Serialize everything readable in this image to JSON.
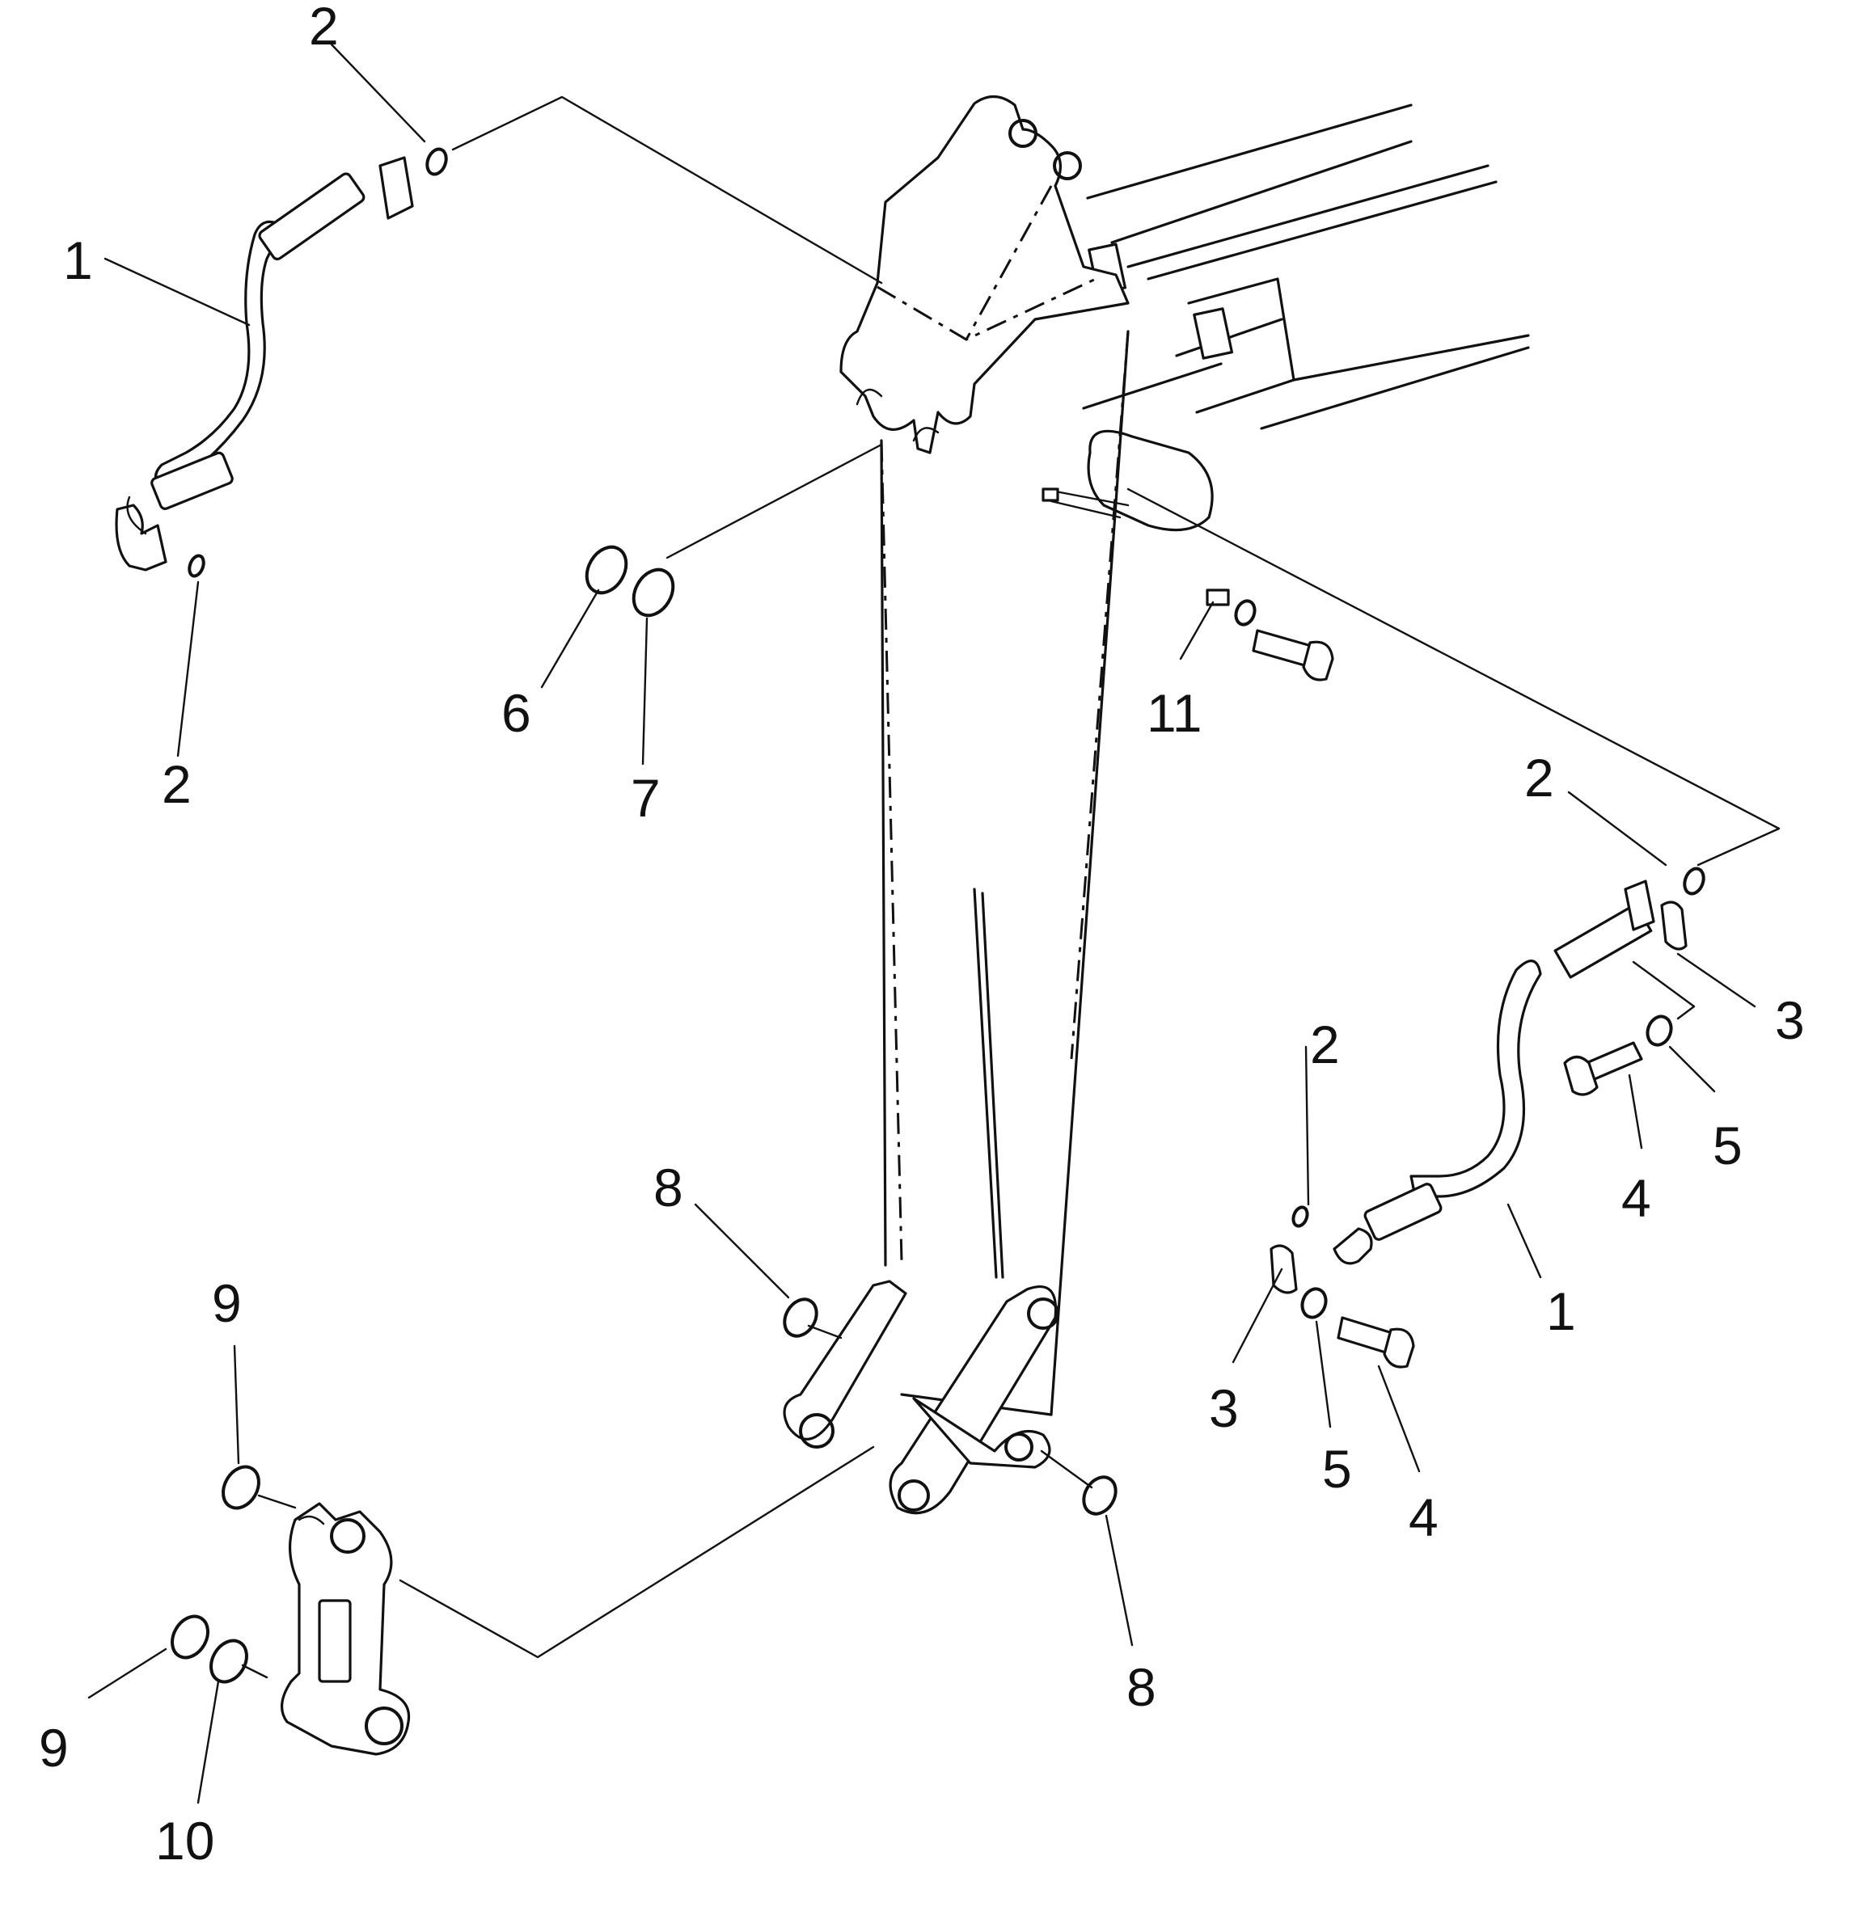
{
  "callouts": {
    "c1_top": "1",
    "c2_top": "2",
    "c2_topleft_low": "2",
    "c6": "6",
    "c7": "7",
    "c11": "11",
    "c2_right": "2",
    "c3_right": "3",
    "c2_mid": "2",
    "c5_right": "5",
    "c4_right": "4",
    "c1_right": "1",
    "c3_mid": "3",
    "c5_mid": "5",
    "c4_mid": "4",
    "c8_top": "8",
    "c8_bottom": "8",
    "c9_top": "9",
    "c9_bottom": "9",
    "c10": "10"
  },
  "icons": {
    "boom": "boom-arm-icon",
    "hose": "hydraulic-hose-icon",
    "link": "bucket-link-icon",
    "bolt": "bolt-icon"
  }
}
